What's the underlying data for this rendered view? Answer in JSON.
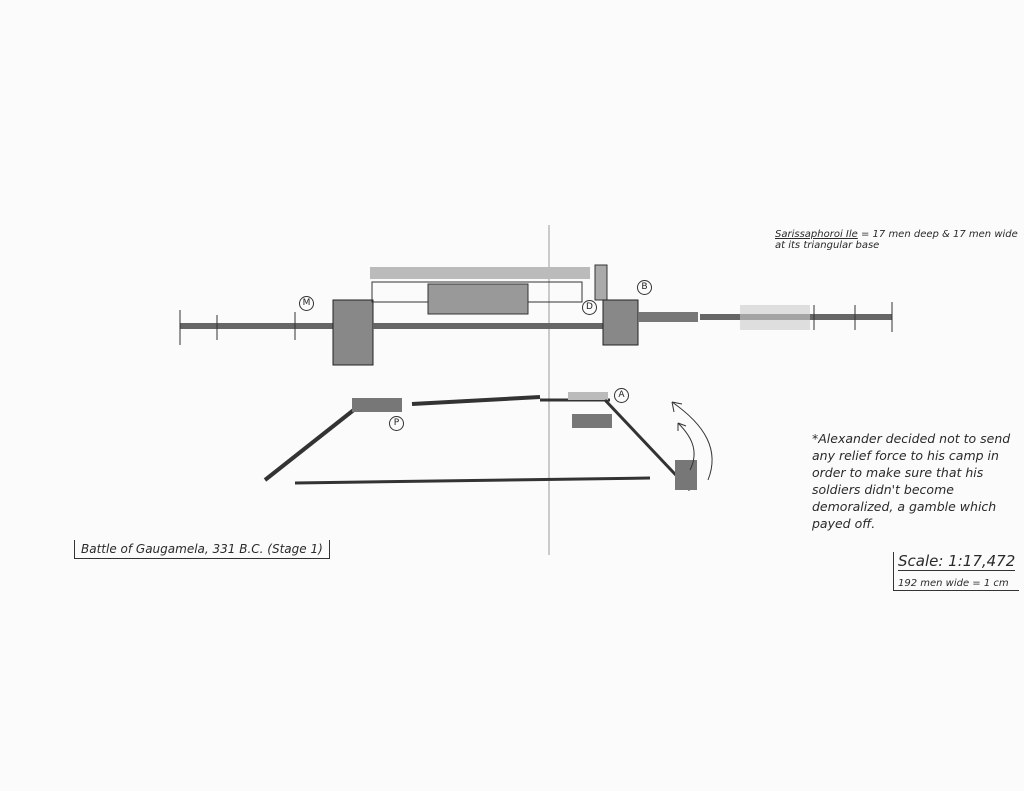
{
  "title": "Battle of Gaugamela, 331 B.C. (Stage 1)",
  "legend": {
    "term": "Sarissaphoroi Ile",
    "text": "= 17 men deep & 17 men wide at its triangular base"
  },
  "note": "*Alexander decided not to send any relief force to his camp in order to make sure that his soldiers didn't become demoralized, a gamble which payed off.",
  "scale": {
    "ratio": "Scale: 1:17,472",
    "unit": "192 men wide = 1 cm"
  },
  "unit_labels": {
    "m": "M",
    "b": "B",
    "d": "D",
    "p": "P",
    "a": "A"
  }
}
